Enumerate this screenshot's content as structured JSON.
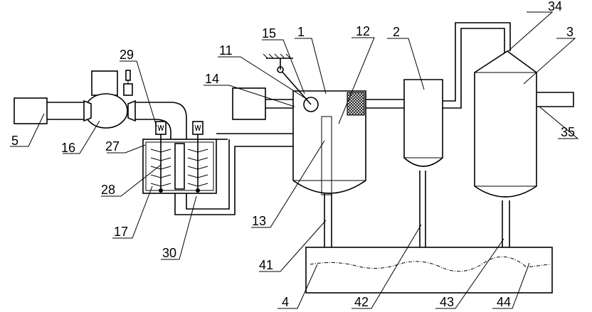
{
  "diagram": {
    "labels": [
      {
        "id": "l1",
        "text": "1"
      },
      {
        "id": "l2",
        "text": "2"
      },
      {
        "id": "l3",
        "text": "3"
      },
      {
        "id": "l4",
        "text": "4"
      },
      {
        "id": "l5",
        "text": "5"
      },
      {
        "id": "l11",
        "text": "11"
      },
      {
        "id": "l12",
        "text": "12"
      },
      {
        "id": "l13",
        "text": "13"
      },
      {
        "id": "l14",
        "text": "14"
      },
      {
        "id": "l15",
        "text": "15"
      },
      {
        "id": "l16",
        "text": "16"
      },
      {
        "id": "l17",
        "text": "17"
      },
      {
        "id": "l27",
        "text": "27"
      },
      {
        "id": "l28",
        "text": "28"
      },
      {
        "id": "l29",
        "text": "29"
      },
      {
        "id": "l30",
        "text": "30"
      },
      {
        "id": "l34",
        "text": "34"
      },
      {
        "id": "l35",
        "text": "35"
      },
      {
        "id": "l41",
        "text": "41"
      },
      {
        "id": "l42",
        "text": "42"
      },
      {
        "id": "l43",
        "text": "43"
      },
      {
        "id": "l44",
        "text": "44"
      }
    ]
  }
}
